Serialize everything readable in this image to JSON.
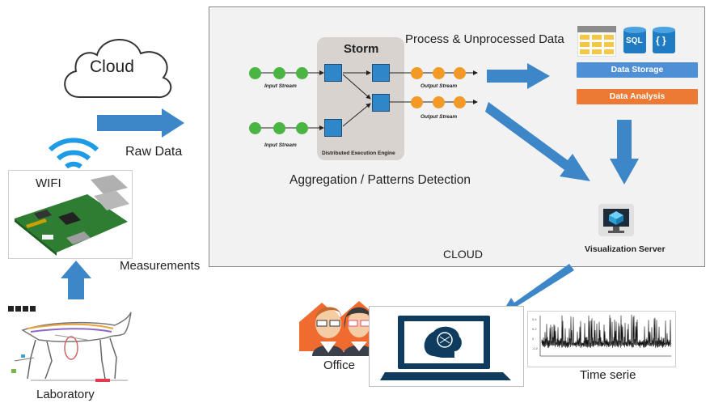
{
  "labels": {
    "cloud": "Cloud",
    "raw_data": "Raw Data",
    "wifi": "WIFI",
    "measurements": "Measurements",
    "laboratory": "Laboratory",
    "storm": "Storm",
    "input_stream": "Input Stream",
    "output_stream": "Output Stream",
    "engine": "Distributed Execution Engine",
    "process_data": "Process & Unprocessed Data",
    "aggregation": "Aggregation / Patterns Detection",
    "data_storage": "Data Storage",
    "data_analysis": "Data Analysis",
    "sql": "SQL",
    "json_icon_text": "{ }",
    "viz_server": "Visualization Server",
    "cloud_panel": "CLOUD",
    "office": "Office",
    "time_serie": "Time serie"
  },
  "colors": {
    "arrow_blue": "#3d87c8",
    "storage_blue": "#4f8fd6",
    "analysis_orange": "#ec7a35",
    "stream_green": "#4bb543",
    "stream_orange": "#f39a26",
    "storm_bg": "#d9d3d0",
    "panel_bg": "#f2f2f2",
    "laptop_navy": "#0f3b5f"
  },
  "icons": [
    "cloud-icon",
    "wifi-icon",
    "gear-icon",
    "envelope-icon",
    "table-icon",
    "sql-database-icon",
    "json-database-icon",
    "monitor-cube-icon",
    "laptop-brain-icon",
    "person-icon",
    "cat-skeleton-icon",
    "raspberry-pi-board"
  ]
}
